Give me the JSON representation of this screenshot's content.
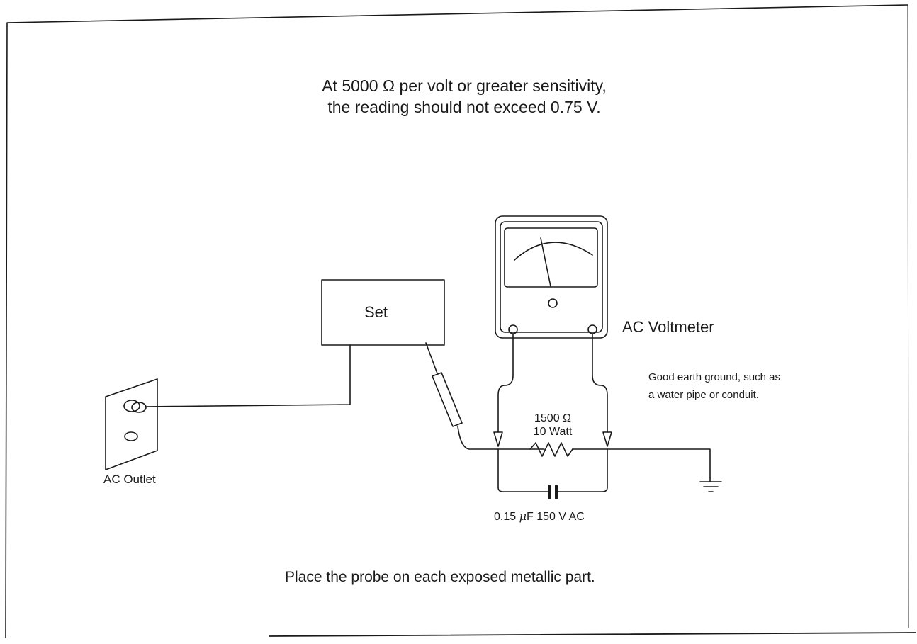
{
  "header": {
    "line1": "At 5000 Ω per volt or greater sensitivity,",
    "line2": "the reading should not exceed 0.75 V."
  },
  "labels": {
    "set": "Set",
    "voltmeter": "AC Voltmeter",
    "outlet": "AC Outlet",
    "ground_line1": "Good earth ground, such as",
    "ground_line2": "a water pipe or conduit.",
    "resistor_value": "1500 Ω",
    "resistor_power": "10 Watt",
    "capacitor_unit_prefix": "μ",
    "capacitor_value": "0.15",
    "capacitor_rest": "F 150 V AC"
  },
  "footer": {
    "instruction": "Place the probe on each exposed metallic part."
  },
  "colors": {
    "ink": "#1a1a1a",
    "paper": "#ffffff"
  }
}
